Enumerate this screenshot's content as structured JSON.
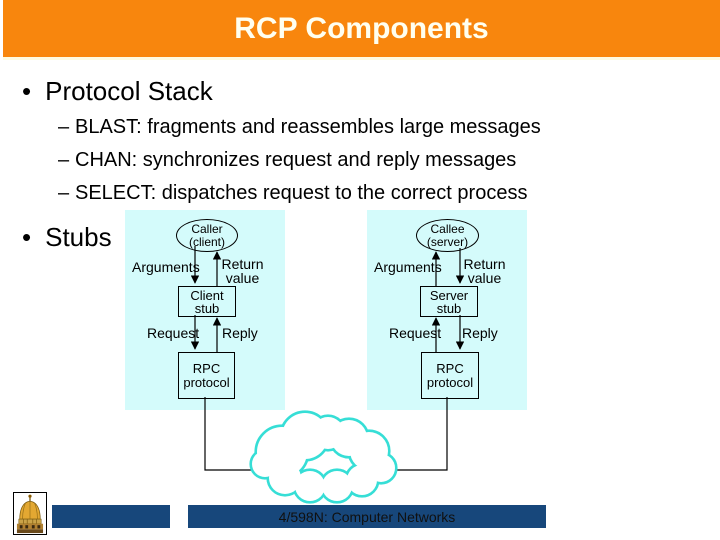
{
  "slide": {
    "title": "RCP Components",
    "bullet_glyph": "•",
    "dash_glyph": "–",
    "bullet1": "Protocol Stack",
    "bullet2": "Stubs",
    "sub_bullets": [
      "BLAST: fragments and reassembles large messages",
      "CHAN: synchronizes request and reply messages",
      "SELECT: dispatches request to the correct process"
    ],
    "footer_text": "4/598N: Computer Networks"
  },
  "diagram": {
    "client": {
      "top_node": "Caller\n(client)",
      "stub": "Client\nstub",
      "protocol": "RPC\nprotocol",
      "labels": {
        "arguments": "Arguments",
        "return_value": "Return\nvalue",
        "request": "Request",
        "reply": "Reply"
      }
    },
    "server": {
      "top_node": "Callee\n(server)",
      "stub": "Server\nstub",
      "protocol": "RPC\nprotocol",
      "labels": {
        "arguments": "Arguments",
        "return_value": "Return\nvalue",
        "request": "Request",
        "reply": "Reply"
      }
    },
    "network_icon": "cloud"
  },
  "colors": {
    "header_orange": "#F8860D",
    "header_text": "#FFFFF0",
    "panel_cyan": "#D4FBFB",
    "cloud_teal": "#36DED6",
    "footer_navy": "#17477B"
  }
}
